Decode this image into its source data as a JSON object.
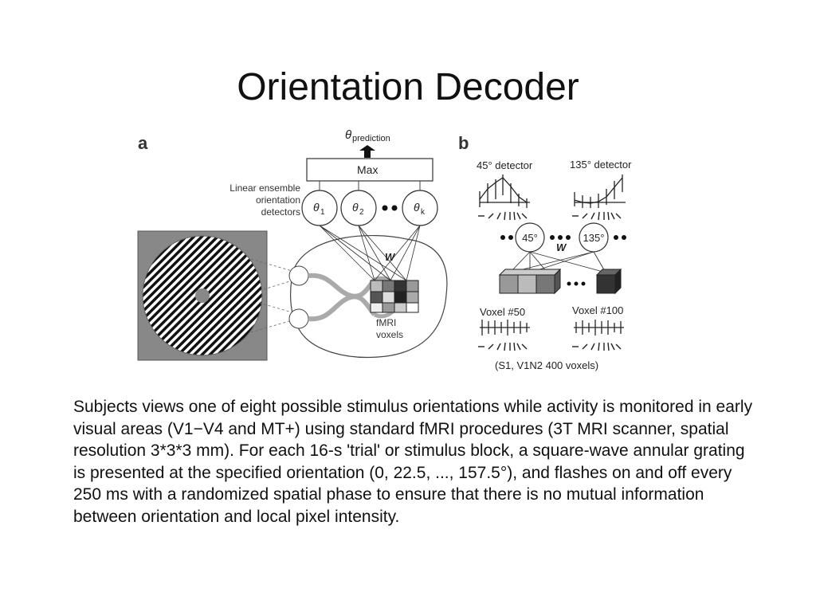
{
  "slide": {
    "title": "Orientation Decoder",
    "body": "Subjects views one of eight possible stimulus orientations while activity is monitored in early visual areas (V1−V4 and MT+) using standard fMRI procedures (3T MRI scanner, spatial resolution 3*3*3 mm). For each 16-s 'trial' or stimulus block, a square-wave annular grating is presented at the specified orientation (0, 22.5, ..., 157.5°), and flashes on and off every 250 ms with a randomized spatial phase to ensure that there is no mutual information between orientation and local pixel intensity."
  },
  "figure": {
    "panel_a": {
      "label": "a",
      "prediction_theta": "θ",
      "prediction_sub": "prediction",
      "max_label": "Max",
      "ensemble_label": [
        "Linear ensemble",
        "orientation",
        "detectors"
      ],
      "detectors": [
        {
          "theta": "θ",
          "sub": "1"
        },
        {
          "theta": "θ",
          "sub": "2"
        },
        {
          "theta": "θ",
          "sub": "k"
        }
      ],
      "weight_label": "W",
      "voxels_label": [
        "fMRI",
        "voxels"
      ]
    },
    "panel_b": {
      "label": "b",
      "detector_left": "45° detector",
      "detector_right": "135° detector",
      "node_left": "45°",
      "node_right": "135°",
      "weight_label": "W",
      "voxel_left": "Voxel #50",
      "voxel_right": "Voxel #100",
      "caption": "(S1, V1N2 400 voxels)"
    }
  }
}
